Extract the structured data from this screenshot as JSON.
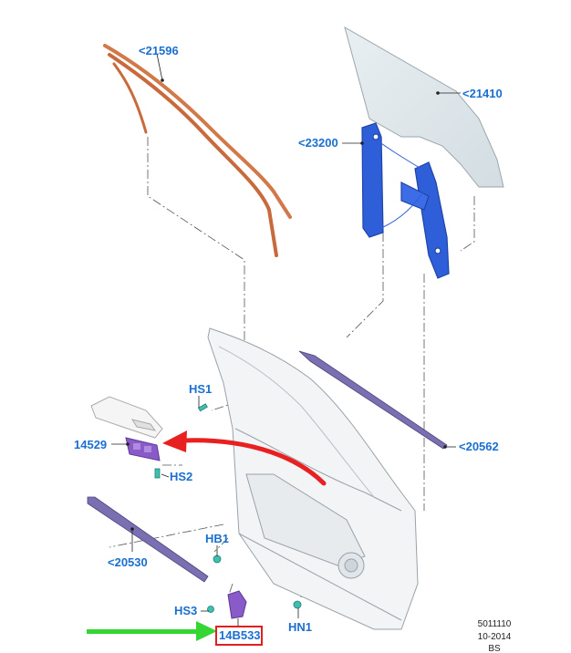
{
  "parts": {
    "window_run_channel": "<21596",
    "door_glass": "<21410",
    "window_regulator": "<23200",
    "window_control_switch": "14529",
    "belt_weatherstrip_outer": "<20562",
    "belt_weatherstrip_inner": "<20530",
    "switch_screw": "HS2",
    "screw_hs1": "HS1",
    "bolt_hb1": "HB1",
    "screw_hs3": "HS3",
    "nut_hn1": "HN1",
    "door_module": "14B533"
  },
  "reference": {
    "illustration_number": "5011110",
    "date": "10-2014",
    "code": "BS"
  },
  "colors": {
    "callout_text": "#1a6fd0",
    "highlight_box": "#e02020",
    "red_arrow": "#e82020",
    "green_arrow": "#33d633",
    "regulator": "#2f5fd8",
    "switch": "#8a5ac8",
    "run_channel": "#d2794a",
    "weatherstrip": "#7a6fb0",
    "glass": "#dde6ea"
  }
}
